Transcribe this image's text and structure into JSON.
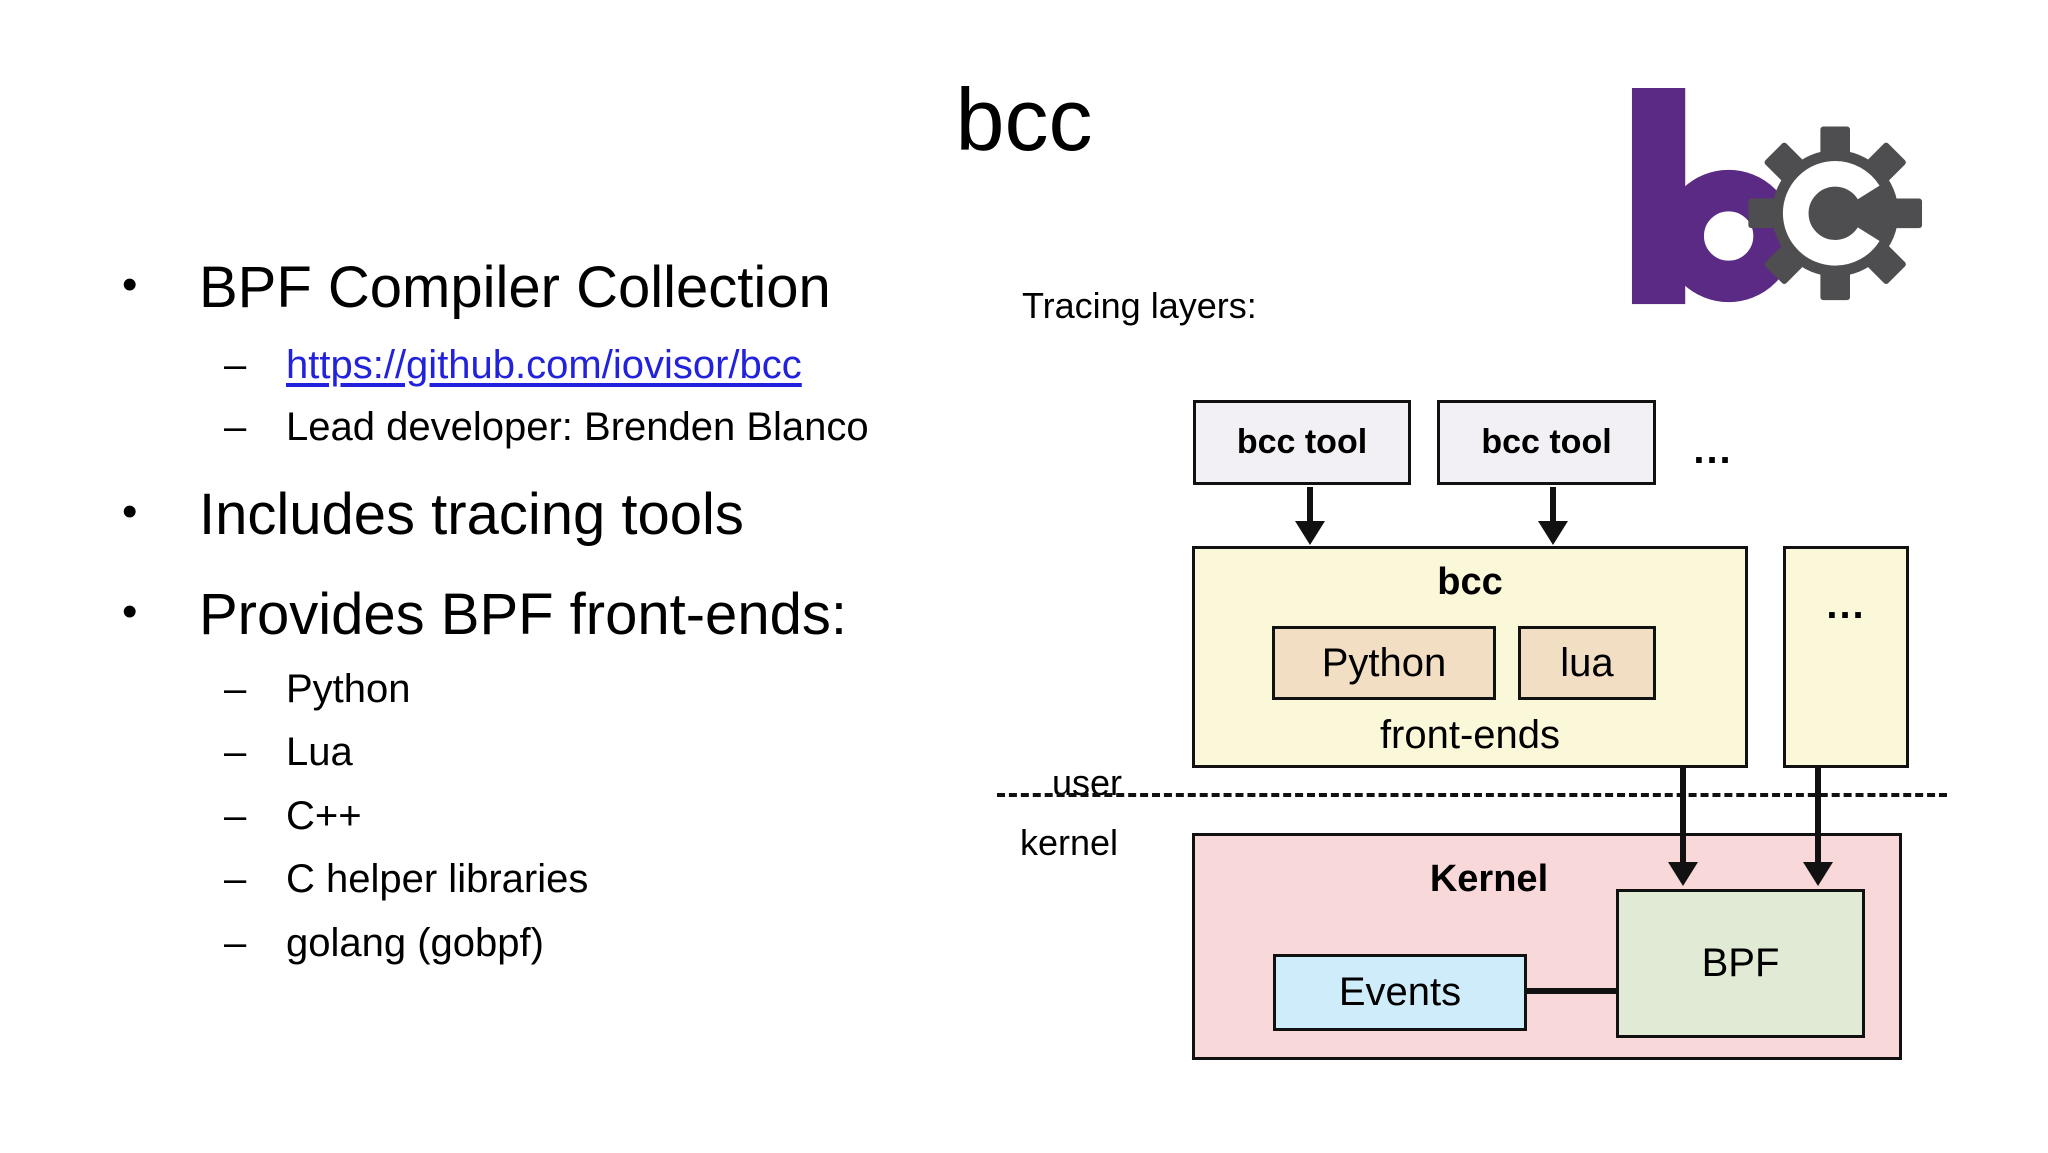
{
  "slide": {
    "title": "bcc"
  },
  "glyphs": {
    "bullet": "•",
    "dash": "–"
  },
  "bullets": [
    {
      "text": "BPF Compiler Collection",
      "children": [
        {
          "text": "https://github.com/iovisor/bcc",
          "is_link": true
        },
        {
          "text": "Lead developer: Brenden Blanco"
        }
      ]
    },
    {
      "text": "Includes tracing tools",
      "children": []
    },
    {
      "text": "Provides BPF front-ends:",
      "children": [
        {
          "text": "Python"
        },
        {
          "text": "Lua"
        },
        {
          "text": "C++"
        },
        {
          "text": "C helper libraries"
        },
        {
          "text": "golang (gobpf)"
        }
      ]
    }
  ],
  "diagram": {
    "heading": "Tracing layers:",
    "tool_box_1": "bcc tool",
    "tool_box_2": "bcc tool",
    "tools_ellipsis": "...",
    "bcc_box": {
      "title": "bcc",
      "frontend_1": "Python",
      "frontend_2": "lua",
      "caption": "front-ends"
    },
    "more_box_ellipsis": "...",
    "user_label": "user",
    "kernel_label": "kernel",
    "kernel_box": {
      "title": "Kernel",
      "events": "Events",
      "bpf": "BPF"
    }
  },
  "colors": {
    "link": "#2222dd",
    "logo_purple": "#5b2a84",
    "logo_gray": "#4e4d4f",
    "tool_box_fill": "#f2f0f4",
    "bcc_box_fill": "#fbf7d9",
    "frontend_fill": "#f2dfc3",
    "kernel_fill": "#f9d8da",
    "bpf_fill": "#e1ead4",
    "events_fill": "#cfecfb",
    "ink": "#111111"
  }
}
